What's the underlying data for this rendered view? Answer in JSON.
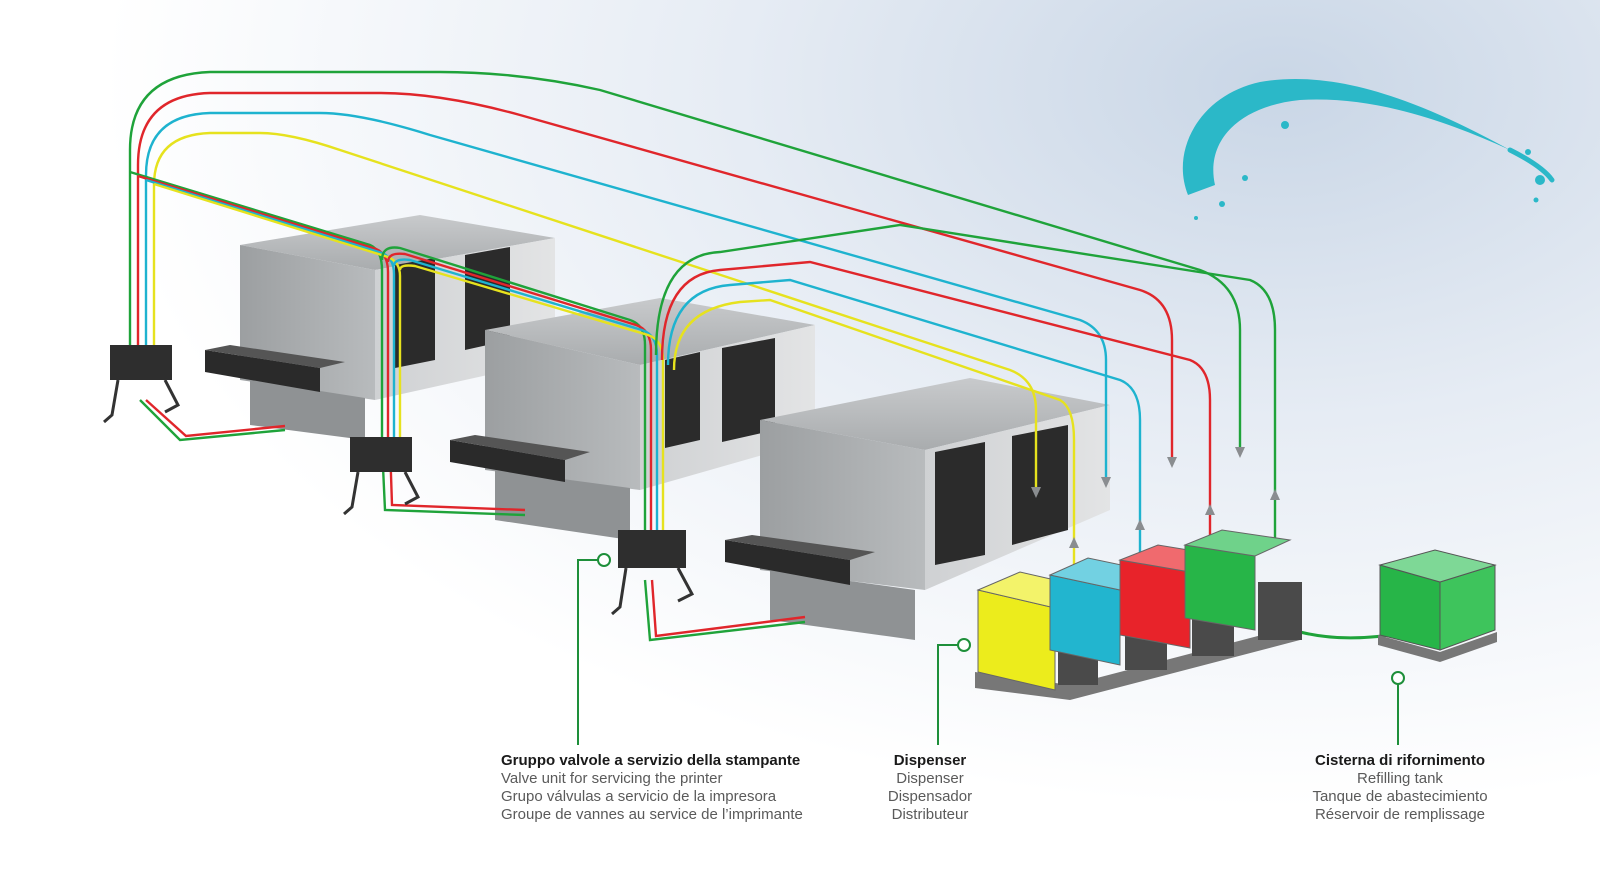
{
  "labels": {
    "valve_unit": {
      "title": "Gruppo valvole a servizio della stampante",
      "lines": [
        "Valve unit for servicing the printer",
        "Grupo válvulas a servicio de la impresora",
        "Groupe de vannes au service de l’imprimante"
      ]
    },
    "dispenser": {
      "title": "Dispenser",
      "lines": [
        "Dispenser",
        "Dispensador",
        "Distributeur"
      ]
    },
    "refilling_tank": {
      "title": "Cisterna di rifornimento",
      "lines": [
        "Refilling tank",
        "Tanque de abastecimiento",
        "Réservoir de remplissage"
      ]
    }
  },
  "colors": {
    "pipe_green": "#1fa33a",
    "pipe_red": "#e0262b",
    "pipe_cyan": "#1eb3cf",
    "pipe_yellow": "#e6e21e",
    "ink_splash": "#2bb8c8",
    "callout_line": "#1e8f3a",
    "printer_body": "#b9bcbe",
    "tank_yellow": "#ecec1c",
    "tank_cyan": "#22b5cf",
    "tank_red": "#e8232a",
    "tank_green": "#27b548"
  },
  "components": {
    "printers": 3,
    "valve_units": 3,
    "dispenser_tanks": [
      "yellow",
      "cyan",
      "red",
      "green"
    ],
    "refilling_tanks": 1
  }
}
